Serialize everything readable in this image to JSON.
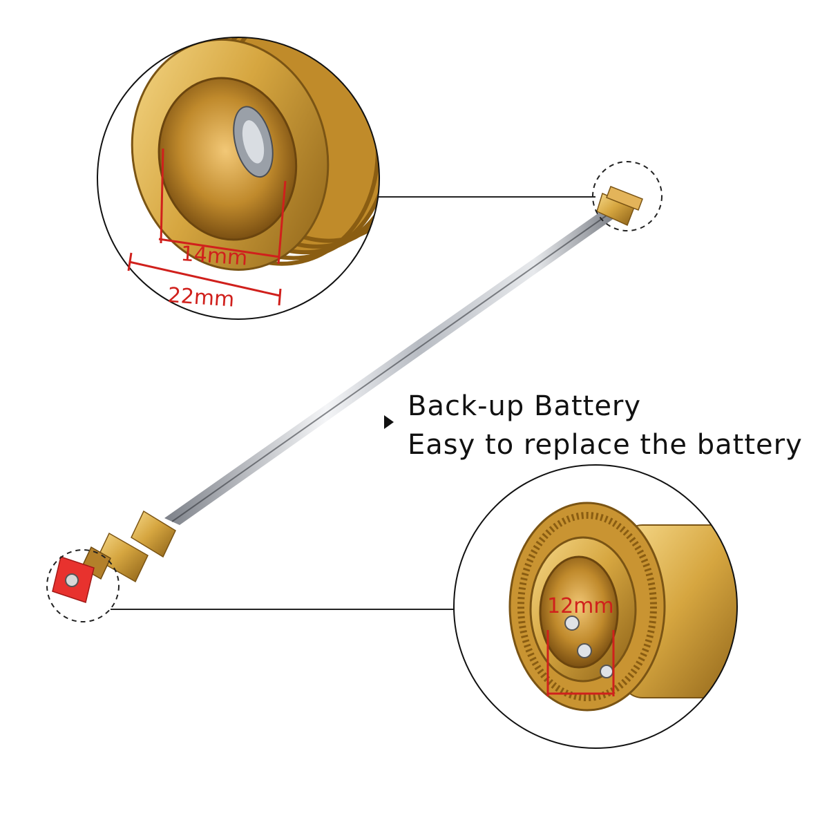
{
  "caption": {
    "line1": "Back-up Battery",
    "line2": "Easy to replace the battery"
  },
  "dimensions": {
    "inner_diameter": "14mm",
    "outer_diameter": "22mm",
    "quick_connect_bore": "12mm"
  },
  "colors": {
    "brass": "#c9962f",
    "dimension_red": "#d0201c",
    "nozzle_red": "#e8322e",
    "steel": "#c8ccd2"
  }
}
